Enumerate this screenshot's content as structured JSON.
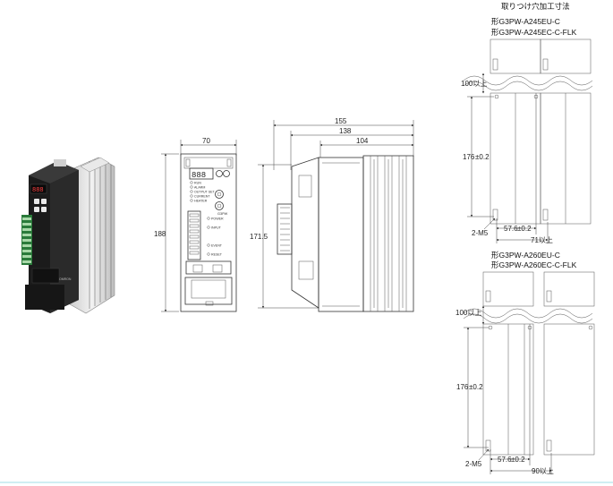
{
  "page": {
    "title": "取りつけ穴加工寸法"
  },
  "product_photo": {
    "brand_mark": "OMRON"
  },
  "front_view": {
    "width_label": "70",
    "height_label": "188",
    "display_value": "888",
    "side_labels": [
      "RUN",
      "ALARM",
      "OUTPUT SET",
      "CURRENT",
      "HEATER",
      "POWER",
      "INPUT",
      "EVENT",
      "RESET"
    ],
    "model_badge": "G3PW"
  },
  "side_view": {
    "overall_label": "155",
    "middle_label": "138",
    "body_label": "104",
    "height_label": "171.5"
  },
  "mount_245": {
    "model_line1": "形G3PW-A245EU-C",
    "model_line2": "形G3PW-A245EC-C-FLK",
    "gap_label": "100以上",
    "height_label": "176",
    "height_tol": "±0.2",
    "hole_label": "2-M5",
    "hole_pitch": "57.6",
    "hole_pitch_tol": "±0.2",
    "pitch_label": "71以上"
  },
  "mount_260": {
    "model_line1": "形G3PW-A260EU-C",
    "model_line2": "形G3PW-A260EC-C-FLK",
    "gap_label": "100以上",
    "height_label": "176",
    "height_tol": "±0.2",
    "hole_label": "2-M5",
    "hole_pitch": "57.6",
    "hole_pitch_tol": "±0.2",
    "pitch_label": "90以上"
  },
  "colors": {
    "line": "#333333",
    "fin": "#555555",
    "bottom_rule": "#cfeef3"
  }
}
